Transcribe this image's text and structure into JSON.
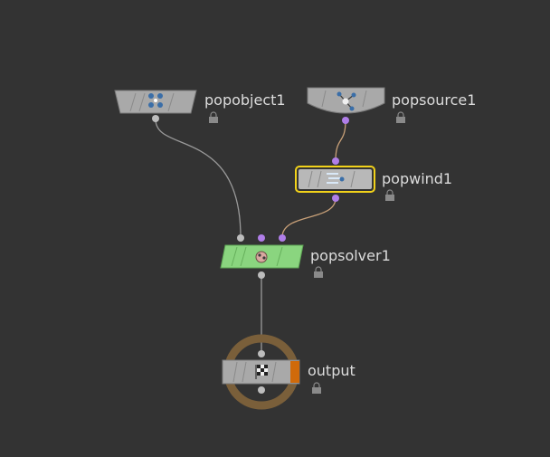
{
  "network": {
    "nodes": [
      {
        "id": "popobject1",
        "label": "popobject1",
        "icon": "pop-object-icon"
      },
      {
        "id": "popsource1",
        "label": "popsource1",
        "icon": "pop-source-icon"
      },
      {
        "id": "popwind1",
        "label": "popwind1",
        "icon": "pop-wind-icon",
        "selected": true
      },
      {
        "id": "popsolver1",
        "label": "popsolver1",
        "icon": "pop-solver-icon"
      },
      {
        "id": "output",
        "label": "output",
        "icon": "output-checkered-flag-icon",
        "display_flag": true
      }
    ],
    "colors": {
      "background": "#333333",
      "node_gray": "#a9a9a9",
      "solver_green": "#8ad57f",
      "selection_yellow": "#f2d21a",
      "wire_gray": "#9a9a9a",
      "wire_purple": "#c8a078",
      "port_purple": "#b07ee8",
      "output_ring": "#7a5f3a",
      "display_flag_orange": "#d06a0a",
      "label_text": "#dcdcdc"
    }
  }
}
